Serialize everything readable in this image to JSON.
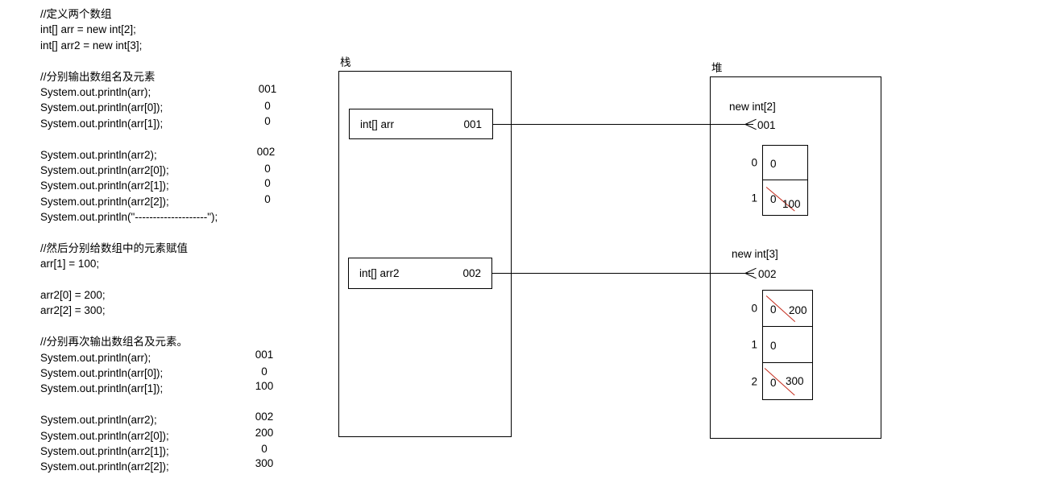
{
  "code_panel": {
    "lines": [
      {
        "text": "//定义两个数组",
        "value": ""
      },
      {
        "text": "int[] arr = new int[2];",
        "value": ""
      },
      {
        "text": "int[] arr2 = new int[3];",
        "value": ""
      },
      {
        "text": "",
        "value": ""
      },
      {
        "text": "//分别输出数组名及元素",
        "value": ""
      },
      {
        "text": "System.out.println(arr);",
        "value": "001",
        "value_left": 262,
        "value_dy": 0
      },
      {
        "text": "System.out.println(arr[0]);",
        "value": "0",
        "value_left": 262,
        "value_dy": 2
      },
      {
        "text": "System.out.println(arr[1]);",
        "value": "0",
        "value_left": 262,
        "value_dy": 1
      },
      {
        "text": "",
        "value": ""
      },
      {
        "text": "System.out.println(arr2);",
        "value": "002",
        "value_left": 260,
        "value_dy": 0
      },
      {
        "text": "System.out.println(arr2[0]);",
        "value": "0",
        "value_left": 262,
        "value_dy": 2
      },
      {
        "text": "System.out.println(arr2[1]);",
        "value": "0",
        "value_left": 262,
        "value_dy": 1
      },
      {
        "text": "System.out.println(arr2[2]);",
        "value": "0",
        "value_left": 262,
        "value_dy": 1
      },
      {
        "text": "System.out.println(\"--------------------\");",
        "value": ""
      },
      {
        "text": "",
        "value": ""
      },
      {
        "text": "//然后分别给数组中的元素赋值",
        "value": ""
      },
      {
        "text": "arr[1] = 100;",
        "value": ""
      },
      {
        "text": "",
        "value": ""
      },
      {
        "text": "arr2[0] = 200;",
        "value": ""
      },
      {
        "text": "arr2[2] = 300;",
        "value": ""
      },
      {
        "text": "",
        "value": ""
      },
      {
        "text": "//分别再次输出数组名及元素。",
        "value": ""
      },
      {
        "text": "System.out.println(arr);",
        "value": "001",
        "value_left": 258,
        "value_dy": 0
      },
      {
        "text": "System.out.println(arr[0]);",
        "value": "0",
        "value_left": 258,
        "value_dy": 2
      },
      {
        "text": "System.out.println(arr[1]);",
        "value": "100",
        "value_left": 258,
        "value_dy": 1
      },
      {
        "text": "",
        "value": ""
      },
      {
        "text": "System.out.println(arr2);",
        "value": "002",
        "value_left": 258,
        "value_dy": 0
      },
      {
        "text": "System.out.println(arr2[0]);",
        "value": "200",
        "value_left": 258,
        "value_dy": 0
      },
      {
        "text": "System.out.println(arr2[1]);",
        "value": "0",
        "value_left": 258,
        "value_dy": 1
      },
      {
        "text": "System.out.println(arr2[2]);",
        "value": "300",
        "value_left": 258,
        "value_dy": 0
      }
    ]
  },
  "diagram": {
    "stack": {
      "label": "栈",
      "variables": [
        {
          "name": "int[] arr",
          "address": "001"
        },
        {
          "name": "int[] arr2",
          "address": "002"
        }
      ]
    },
    "heap": {
      "label": "堆",
      "objects": [
        {
          "new_expression": "new int[2]",
          "address": "001",
          "cells": [
            {
              "index": "0",
              "old_value": "0",
              "new_value": "",
              "overwritten": false
            },
            {
              "index": "1",
              "old_value": "0",
              "new_value": "100",
              "overwritten": true
            }
          ]
        },
        {
          "new_expression": "new int[3]",
          "address": "002",
          "cells": [
            {
              "index": "0",
              "old_value": "0",
              "new_value": "200",
              "overwritten": true
            },
            {
              "index": "1",
              "old_value": "0",
              "new_value": "",
              "overwritten": false
            },
            {
              "index": "2",
              "old_value": "0",
              "new_value": "300",
              "overwritten": true
            }
          ]
        }
      ]
    }
  },
  "colors": {
    "ink": "#000000",
    "overwrite_strike": "#c42b1c",
    "background": "#ffffff"
  }
}
